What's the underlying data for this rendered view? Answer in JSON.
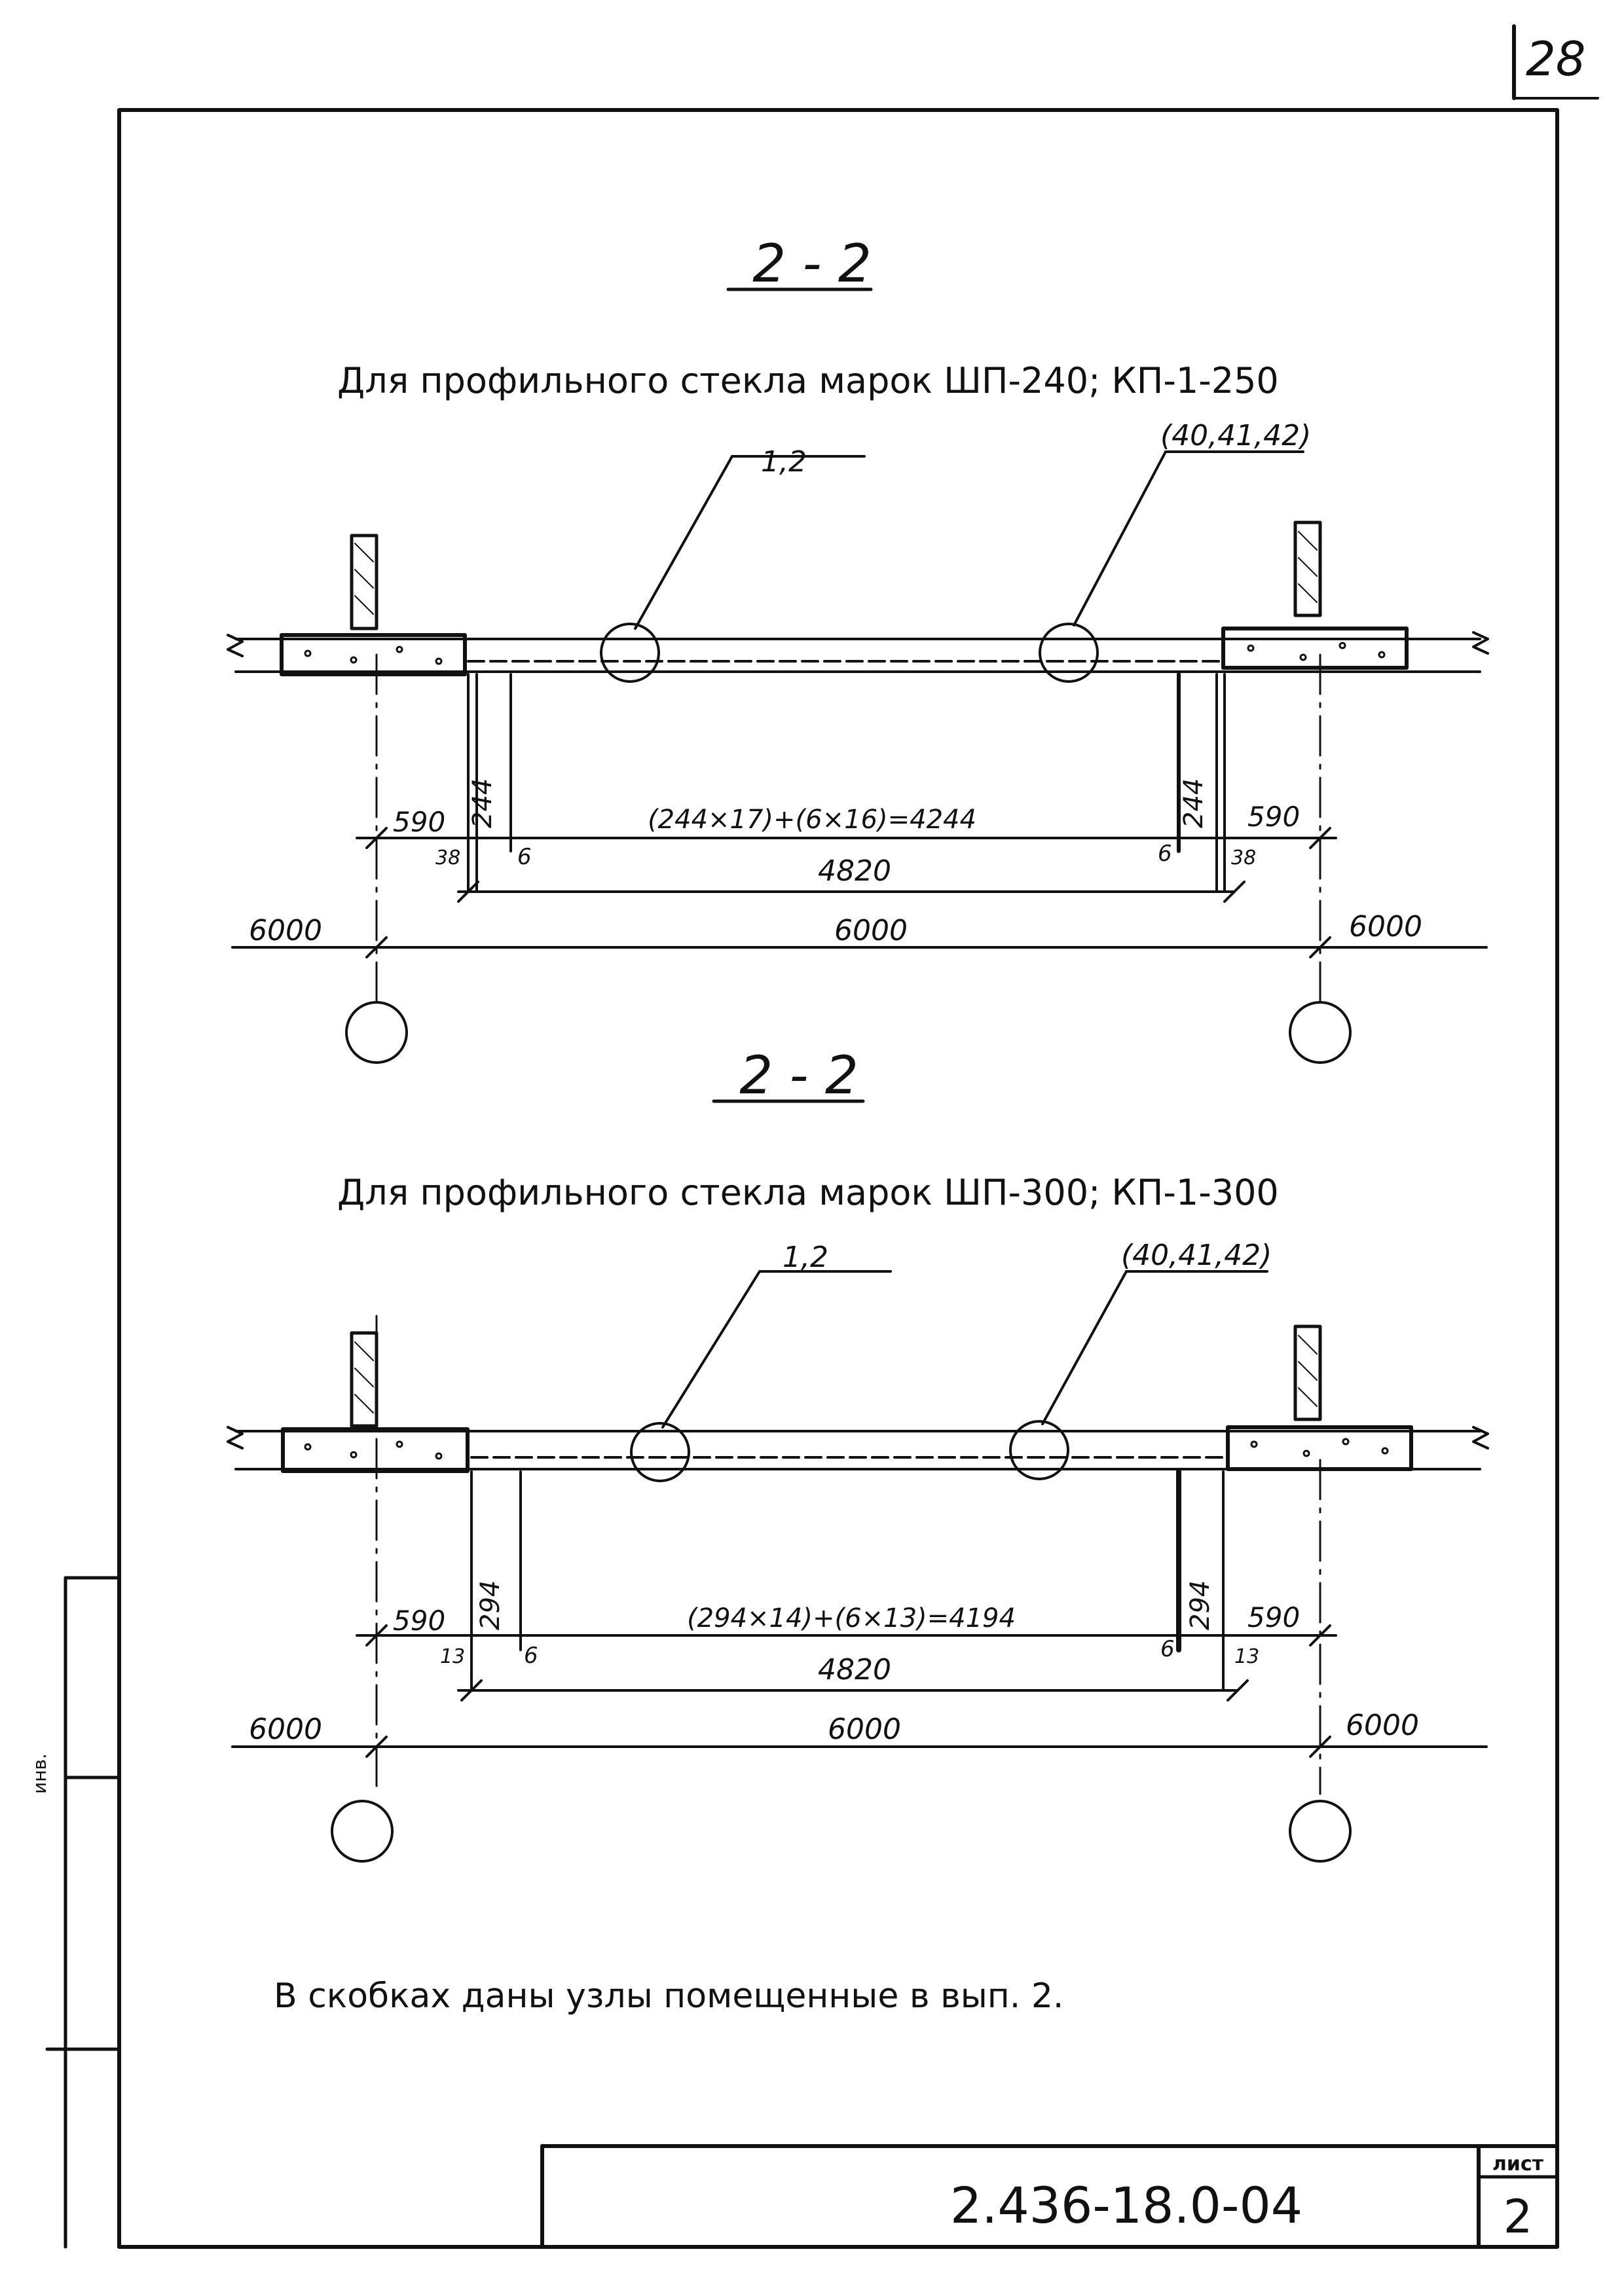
{
  "page_number": "28",
  "sections": [
    {
      "title": "2 - 2",
      "subtitle": "Для профильного стекла марок ШП-240; КП-1-250",
      "callout_left": "1,2",
      "callout_right": "(40,41,42)",
      "panel_label_left": "244",
      "panel_label_right": "244",
      "edge_left": "590",
      "edge_right": "590",
      "gap_left": "38",
      "gap_right": "38",
      "joint_left": "6",
      "joint_right": "6",
      "formula": "(244×17)+(6×16)=4244",
      "span_inner": "4820",
      "axis_left": "6000",
      "axis_center": "6000",
      "axis_right": "6000"
    },
    {
      "title": "2 - 2",
      "subtitle": "Для профильного стекла марок ШП-300; КП-1-300",
      "callout_left": "1,2",
      "callout_right": "(40,41,42)",
      "panel_label_left": "294",
      "panel_label_right": "294",
      "edge_left": "590",
      "edge_right": "590",
      "gap_left": "13",
      "gap_right": "13",
      "joint_left": "6",
      "joint_right": "6",
      "formula": "(294×14)+(6×13)=4194",
      "span_inner": "4820",
      "axis_left": "6000",
      "axis_center": "6000",
      "axis_right": "6000"
    }
  ],
  "note": "В скобках даны узлы помещенные в вып. 2.",
  "stamp": {
    "document_code": "2.436-18.0-04",
    "sheet_label": "лист",
    "sheet_number": "2"
  }
}
